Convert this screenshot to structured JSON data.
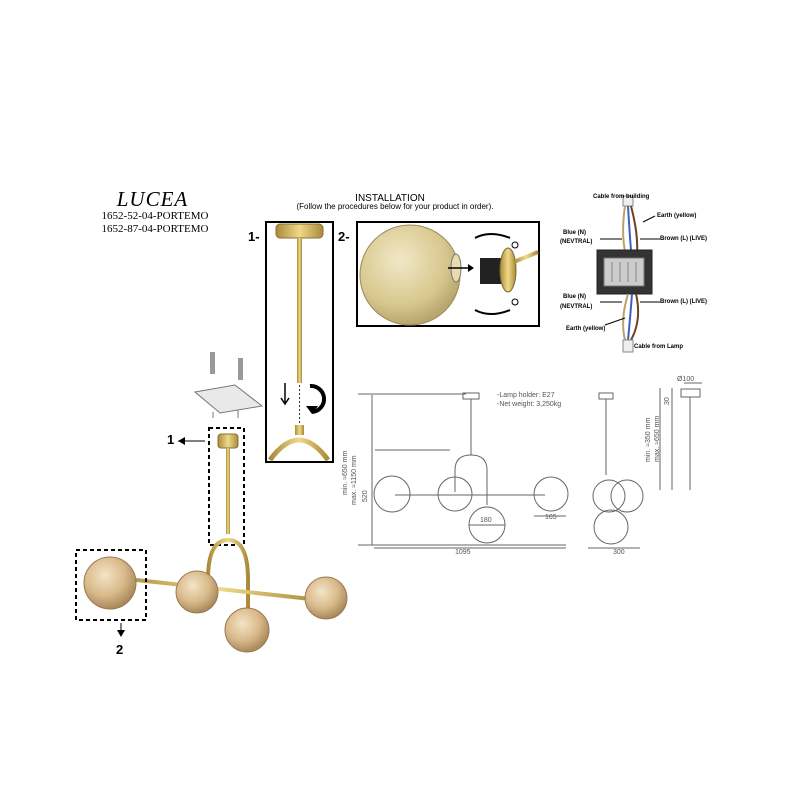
{
  "product": {
    "name": "LUCEA",
    "codes": [
      "1652-52-04-PORTEMO",
      "1652-87-04-PORTEMO"
    ]
  },
  "installation": {
    "title": "INSTALLATION",
    "subtitle": "(Follow the procedures below for your product in order).",
    "step1_label": "1-",
    "step2_label": "2-"
  },
  "wiring": {
    "cable_building": "Cable from building",
    "earth_top": "Earth (yellow)",
    "blue_top": "Blue (N)",
    "nevtral_top": "(NEVTRAL)",
    "brown_top": "Brown (L) (LIVE)",
    "blue_bottom": "Blue (N)",
    "nevtral_bottom": "(NEVTRAL)",
    "brown_bottom": "Brown (L) (LIVE)",
    "earth_bottom": "Earth (yellow)",
    "cable_lamp": "Cable from Lamp"
  },
  "specs": {
    "holder": "-Lamp holder: E27",
    "weight": "-Net weight: 3,250kg"
  },
  "dimensions": {
    "min_max_front": "min. ≈650 mm\nmax. ≈1150 mm",
    "min_front": "min. ≈650 mm",
    "max_front": "max. ≈1150 mm",
    "height": "520",
    "globe": "180",
    "offset": "165",
    "width": "1095",
    "depth": "300",
    "canopy": "Ø100",
    "canopy_h": "30",
    "min_side": "min. ≈350 mm",
    "max_side": "max. ≈650 mm"
  },
  "callouts": {
    "one": "1",
    "two": "2"
  },
  "colors": {
    "brass": "#c9a84a",
    "amber_glass": "#d9b98a",
    "line": "#555555"
  }
}
